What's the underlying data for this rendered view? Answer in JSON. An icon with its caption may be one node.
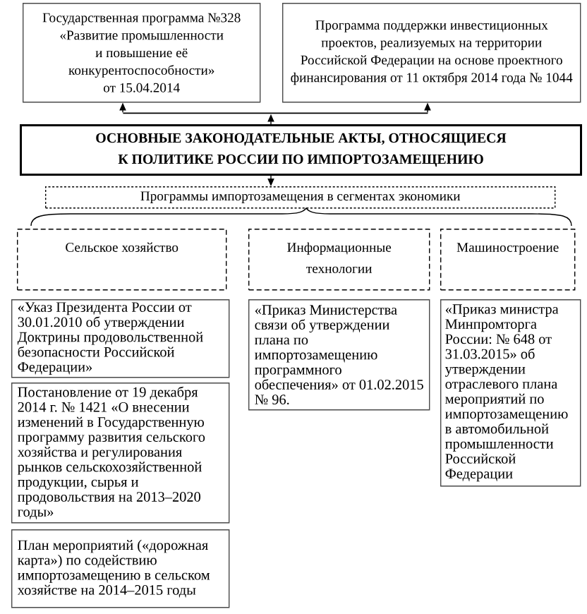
{
  "diagram": {
    "nodes": [
      {
        "text": [
          "Государственная программа №328 «Развитие промышленности и повышение её конкурентоспособности» от 15.04.2014"
        ]
      },
      {
        "text": [
          "Программа поддержки инвестиционных проектов, реализуемых на территории Российской Федерации на основе проектного финансирования от 11 октября 2014 года № 1044"
        ]
      },
      {
        "text": [],
        "shape": "bar"
      },
      {
        "text": [
          "ОСНОВНЫЕ ЗАКОНОДАТЕЛЬНЫЕ АКТЫ, ОТНОСЯЩИЕСЯ К ПОЛИТИКЕ РОССИИ ПО ИМПОРТОЗАМЕЩЕНИЮ"
        ]
      },
      {
        "text": [
          "Программы импортозамещения в сегментах экономики"
        ]
      },
      {
        "text": [
          "Сельское хозяйство"
        ]
      },
      {
        "text": [
          "Информационные технологии"
        ]
      },
      {
        "text": [
          "Машиностроение"
        ]
      },
      {
        "text": [
          "«Указ Президента России от 30.01.2010 об утверждении Доктрины продовольственной безопасности Российской Федерации»"
        ]
      },
      {
        "text": [
          "Постановление от 19 декабря 2014 г. № 1421 «О внесении изменений в Государственную программу развития сельского хозяйства и регулирования рынков сельскохозяйственной продукции, сырья и продовольствия на 2013–2020 годы»"
        ]
      },
      {
        "text": [
          "План мероприятий («дорожная карта») по содействию импортозамещению в сельском хозяйстве на 2014–2015 годы"
        ]
      },
      {
        "text": [
          "«Приказ Министерства связи об утверждении плана по импортозамещению программного обеспечения» от 01.02.2015 № 96."
        ]
      },
      {
        "text": [
          "«Приказ министра Минпромторга России: № 648 от 31.03.2015» об утверждении отраслевого плана мероприятий по импортозамещению в автомобильной промышленности Российской Федерации"
        ]
      }
    ],
    "edges": [
      {
        "from": 3,
        "to": 2,
        "arrow": "to"
      },
      {
        "from": 2,
        "to": 0,
        "arrow": "to"
      },
      {
        "from": 2,
        "to": 1,
        "arrow": "to"
      },
      {
        "from": 3,
        "to": 4,
        "arrow": "to"
      }
    ]
  }
}
